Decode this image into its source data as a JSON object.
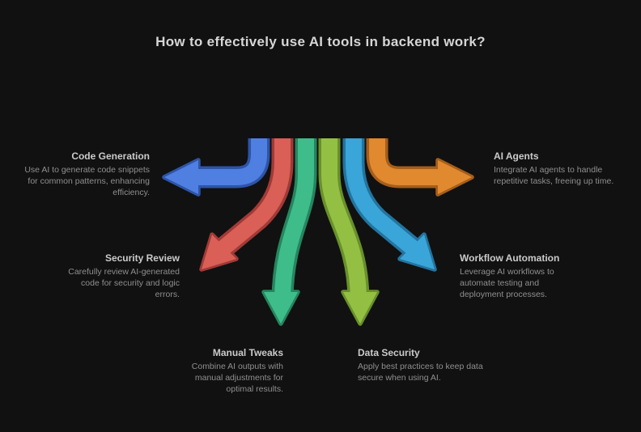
{
  "background": "#111111",
  "title": "How to effectively use AI tools in backend work?",
  "items": [
    {
      "label": "Code Generation",
      "description": "Use AI to generate code snippets for common patterns, enhancing efficiency.",
      "color": "#4f7fe0",
      "outline": "#2e54a8"
    },
    {
      "label": "Security Review",
      "description": "Carefully review AI-generated code for security and logic errors.",
      "color": "#d95f57",
      "outline": "#a03a36"
    },
    {
      "label": "Manual Tweaks",
      "description": "Combine AI outputs with manual adjustments for optimal results.",
      "color": "#3ebd8a",
      "outline": "#26855f"
    },
    {
      "label": "Data Security",
      "description": "Apply best practices to keep data secure when using AI.",
      "color": "#93c043",
      "outline": "#68902b"
    },
    {
      "label": "Workflow Automation",
      "description": "Leverage AI workflows to automate testing and deployment processes.",
      "color": "#3aa5d9",
      "outline": "#23749e"
    },
    {
      "label": "AI Agents",
      "description": "Integrate AI agents to handle repetitive tasks, freeing up time.",
      "color": "#e0892f",
      "outline": "#a65e1b"
    }
  ]
}
